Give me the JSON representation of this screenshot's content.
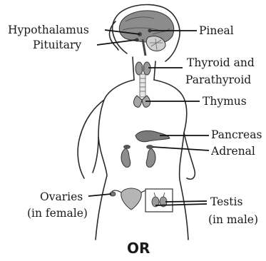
{
  "labels": {
    "hypothalamus": "Hypothalamus",
    "pituitary": "Pituitary",
    "pineal": "Pineal",
    "thyroid_line1": "Thyroid and",
    "thyroid_line2": "Parathyroid",
    "thymus": "Thymus",
    "pancreas": "Pancreas",
    "adrenal": "Adrenal",
    "ovaries_line1": "Ovaries",
    "ovaries_line2": "(in female)",
    "testis_line1": "Testis",
    "testis_line2": "(in male)"
  },
  "footer": {
    "or": "OR"
  }
}
